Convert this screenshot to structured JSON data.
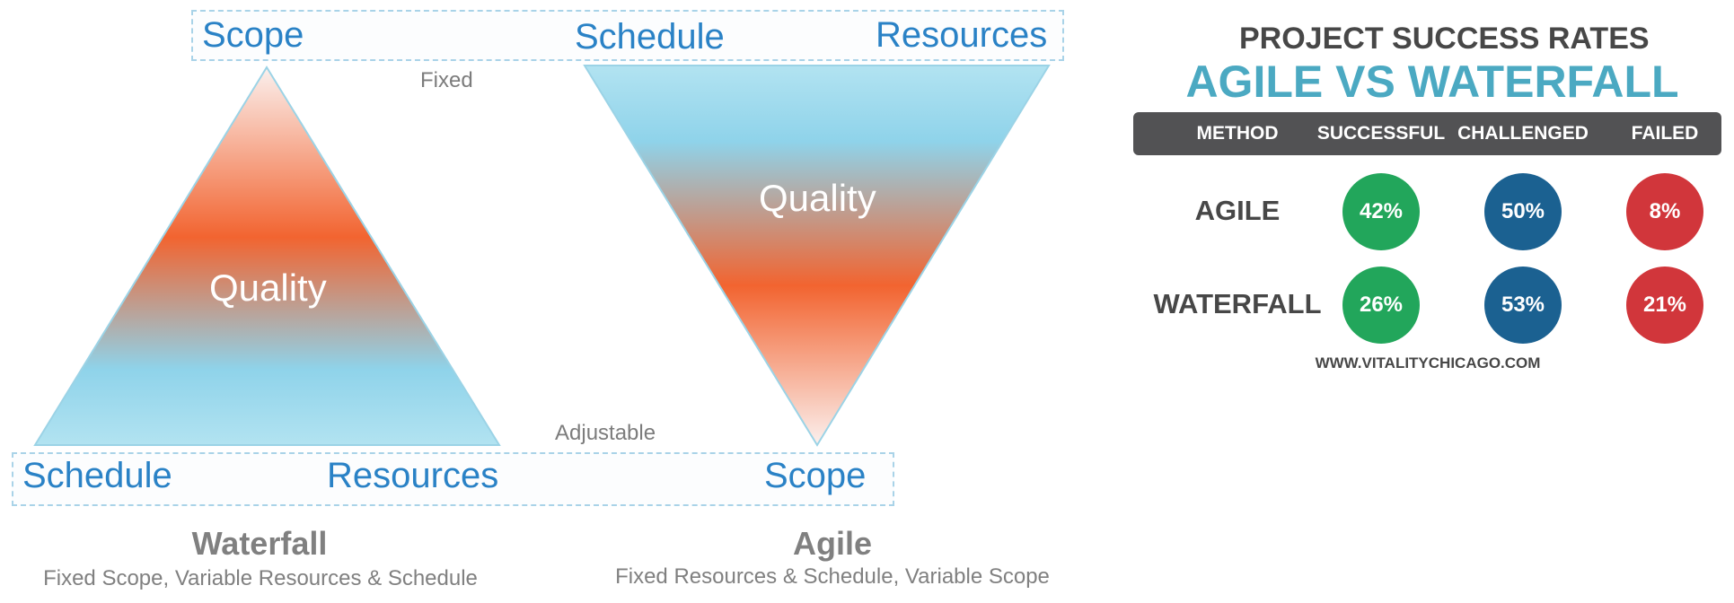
{
  "labels": {
    "scope_top": "Scope",
    "schedule_top": "Schedule",
    "resources_top": "Resources",
    "fixed": "Fixed",
    "adjustable": "Adjustable",
    "schedule_bottom": "Schedule",
    "resources_bottom": "Resources",
    "scope_bottom": "Scope",
    "quality_waterfall": "Quality",
    "quality_agile": "Quality"
  },
  "captions": {
    "waterfall_title": "Waterfall",
    "waterfall_sub": "Fixed Scope, Variable Resources & Schedule",
    "agile_title": "Agile",
    "agile_sub": "Fixed Resources & Schedule, Variable Scope"
  },
  "success_table": {
    "title": "PROJECT SUCCESS RATES",
    "subtitle": "AGILE VS WATERFALL",
    "headers": [
      "METHOD",
      "SUCCESSFUL",
      "CHALLENGED",
      "FAILED"
    ],
    "rows": [
      {
        "method": "AGILE",
        "successful": "42%",
        "challenged": "50%",
        "failed": "8%"
      },
      {
        "method": "WATERFALL",
        "successful": "26%",
        "challenged": "53%",
        "failed": "21%"
      }
    ],
    "website": "WWW.VITALITYCHICAGO.COM"
  },
  "colors": {
    "blue_text": "#2a82c6",
    "orange": "#f26430",
    "light_blue": "#8fd3ea",
    "successful": "#22a65b",
    "challenged": "#1b6191",
    "failed": "#d1363b",
    "header_bg": "#525254",
    "subtitle": "#4ba9c2"
  }
}
